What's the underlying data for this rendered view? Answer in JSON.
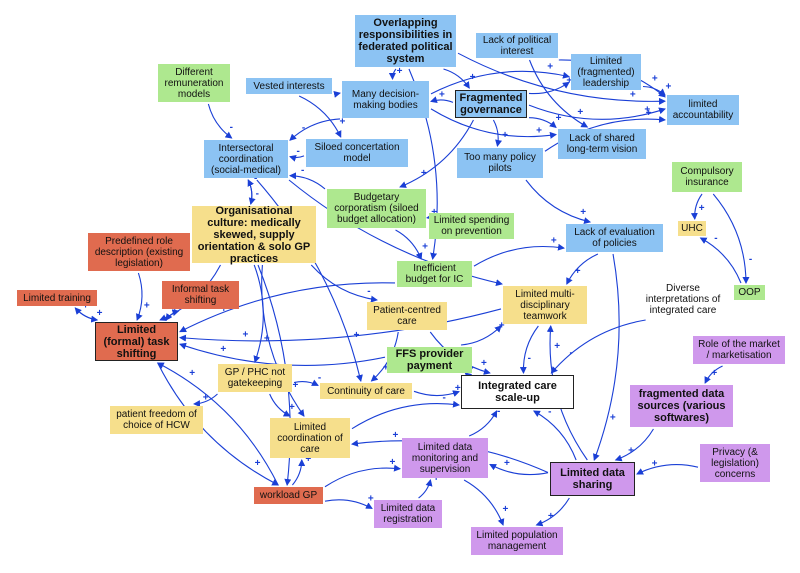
{
  "nodes": {
    "overlapping": "Overlapping responsibilities in federated political system",
    "lack_political_interest": "Lack of political interest",
    "limited_fragmented_leadership": "Limited (fragmented) leadership",
    "different_remuneration": "Different remuneration models",
    "vested_interests": "Vested interests",
    "many_bodies": "Many decision-making bodies",
    "fragmented_governance": "Fragmented governance",
    "limited_accountability": "limited accountability",
    "lack_shared_vision": "Lack of shared long-term vision",
    "intersectoral": "Intersectoral coordination (social-medical)",
    "siloed_concertation": "Siloed concertation model",
    "too_many_pilots": "Too many policy pilots",
    "compulsory_insurance": "Compulsory insurance",
    "budgetary_corporatism": "Budgetary corporatism (siloed budget allocation)",
    "organisational_culture": "Organisational culture: medically skewed, supply orientation & solo GP practices",
    "limited_spending_prevention": "Limited spending on prevention",
    "lack_evaluation": "Lack of evaluation of policies",
    "uhc": "UHC",
    "predefined_role": "Predefined role description (existing legislation)",
    "inefficient_budget": "Inefficient budget for IC",
    "oop": "OOP",
    "diverse_interpretations": "Diverse interpretations of integrated care",
    "limited_training": "Limited training",
    "informal_task_shifting": "Informal task shifting",
    "limited_multidisciplinary": "Limited multi-disciplinary teamwork",
    "patient_centred": "Patient-centred care",
    "limited_formal_task_shifting": "Limited (formal) task shifting",
    "ffs_payment": "FFS provider payment",
    "role_of_market": "Role of the market / marketisation",
    "gp_phc_not_gatekeeping": "GP / PHC not gatekeeping",
    "continuity_of_care": "Continuity of care",
    "integrated_care_scaleup": "Integrated care scale-up",
    "fragmented_data_sources": "fragmented data sources (various softwares)",
    "patient_freedom": "patient freedom of choice of HCW",
    "limited_coordination": "Limited coordination of care",
    "limited_data_monitoring": "Limited data monitoring and supervision",
    "privacy": "Privacy (& legislation) concerns",
    "limited_data_sharing": "Limited data sharing",
    "workload_gp": "workload GP",
    "limited_data_registration": "Limited data registration",
    "limited_population_management": "Limited population management"
  },
  "colors": {
    "governance_blue": "#8cc3f3",
    "context_green": "#aee88f",
    "organisation_yellow": "#f6df8c",
    "workforce_red": "#e06b4f",
    "data_purple": "#cf98ec",
    "arrow_blue": "#1a3fd6"
  },
  "edges": [
    [
      "overlapping",
      "many_bodies",
      "+"
    ],
    [
      "overlapping",
      "fragmented_governance",
      "+"
    ],
    [
      "overlapping",
      "limited_accountability",
      "+"
    ],
    [
      "overlapping",
      "inefficient_budget",
      "+"
    ],
    [
      "lack_political_interest",
      "lack_shared_vision",
      "+"
    ],
    [
      "lack_political_interest",
      "limited_accountability",
      "+"
    ],
    [
      "fragmented_governance",
      "limited_fragmented_leadership",
      "+"
    ],
    [
      "fragmented_governance",
      "lack_shared_vision",
      "+"
    ],
    [
      "fragmented_governance",
      "limited_accountability",
      "+"
    ],
    [
      "fragmented_governance",
      "too_many_pilots",
      "+"
    ],
    [
      "fragmented_governance",
      "many_bodies",
      "+"
    ],
    [
      "fragmented_governance",
      "budgetary_corporatism",
      "+"
    ],
    [
      "many_bodies",
      "lack_shared_vision",
      "+"
    ],
    [
      "many_bodies",
      "limited_fragmented_leadership",
      "+"
    ],
    [
      "many_bodies",
      "intersectoral",
      "-"
    ],
    [
      "limited_fragmented_leadership",
      "limited_accountability",
      "+"
    ],
    [
      "vested_interests",
      "many_bodies",
      "+"
    ],
    [
      "vested_interests",
      "siloed_concertation",
      "+"
    ],
    [
      "different_remuneration",
      "intersectoral",
      "-"
    ],
    [
      "siloed_concertation",
      "intersectoral",
      "-"
    ],
    [
      "too_many_pilots",
      "lack_evaluation",
      "+"
    ],
    [
      "too_many_pilots",
      "limited_accountability",
      "+"
    ],
    [
      "budgetary_corporatism",
      "limited_spending_prevention",
      "+"
    ],
    [
      "budgetary_corporatism",
      "inefficient_budget",
      "+"
    ],
    [
      "budgetary_corporatism",
      "intersectoral",
      "-"
    ],
    [
      "intersectoral",
      "organisational_culture",
      "-"
    ],
    [
      "organisational_culture",
      "intersectoral",
      "-"
    ],
    [
      "intersectoral",
      "continuity_of_care",
      "+"
    ],
    [
      "intersectoral",
      "limited_multidisciplinary",
      "-"
    ],
    [
      "organisational_culture",
      "gp_phc_not_gatekeeping",
      "+"
    ],
    [
      "organisational_culture",
      "limited_coordination",
      "+"
    ],
    [
      "organisational_culture",
      "limited_formal_task_shifting",
      "+"
    ],
    [
      "organisational_culture",
      "patient_centred",
      "-"
    ],
    [
      "organisational_culture",
      "workload_gp",
      "+"
    ],
    [
      "inefficient_budget",
      "limited_formal_task_shifting",
      "+"
    ],
    [
      "inefficient_budget",
      "lack_evaluation",
      "+"
    ],
    [
      "lack_evaluation",
      "limited_multidisciplinary",
      "+"
    ],
    [
      "lack_evaluation",
      "limited_data_sharing",
      "+"
    ],
    [
      "compulsory_insurance",
      "uhc",
      "+"
    ],
    [
      "compulsory_insurance",
      "oop",
      "-"
    ],
    [
      "oop",
      "uhc",
      "-"
    ],
    [
      "predefined_role",
      "limited_formal_task_shifting",
      "+"
    ],
    [
      "limited_training",
      "limited_formal_task_shifting",
      "+"
    ],
    [
      "limited_formal_task_shifting",
      "limited_training",
      "+"
    ],
    [
      "informal_task_shifting",
      "limited_formal_task_shifting",
      "+"
    ],
    [
      "limited_formal_task_shifting",
      "informal_task_shifting",
      "+"
    ],
    [
      "limited_formal_task_shifting",
      "workload_gp",
      "+"
    ],
    [
      "ffs_payment",
      "limited_formal_task_shifting",
      "+"
    ],
    [
      "ffs_payment",
      "limited_multidisciplinary",
      "+"
    ],
    [
      "ffs_payment",
      "integrated_care_scaleup",
      "-"
    ],
    [
      "limited_multidisciplinary",
      "integrated_care_scaleup",
      "-"
    ],
    [
      "limited_multidisciplinary",
      "limited_formal_task_shifting",
      "+"
    ],
    [
      "patient_centred",
      "integrated_care_scaleup",
      "+"
    ],
    [
      "patient_centred",
      "continuity_of_care",
      "+"
    ],
    [
      "continuity_of_care",
      "integrated_care_scaleup",
      "+"
    ],
    [
      "gp_phc_not_gatekeeping",
      "continuity_of_care",
      "-"
    ],
    [
      "gp_phc_not_gatekeeping",
      "limited_coordination",
      "+"
    ],
    [
      "gp_phc_not_gatekeeping",
      "patient_freedom",
      "+"
    ],
    [
      "diverse_interpretations",
      "integrated_care_scaleup",
      "-"
    ],
    [
      "limited_coordination",
      "integrated_care_scaleup",
      "-"
    ],
    [
      "limited_data_monitoring",
      "integrated_care_scaleup",
      "-"
    ],
    [
      "limited_data_monitoring",
      "limited_population_management",
      "+"
    ],
    [
      "limited_data_registration",
      "limited_data_monitoring",
      "+"
    ],
    [
      "limited_data_sharing",
      "limited_data_monitoring",
      "+"
    ],
    [
      "limited_data_sharing",
      "limited_coordination",
      "+"
    ],
    [
      "limited_data_sharing",
      "limited_population_management",
      "+"
    ],
    [
      "limited_data_sharing",
      "integrated_care_scaleup",
      "-"
    ],
    [
      "limited_data_sharing",
      "limited_multidisciplinary",
      "+"
    ],
    [
      "role_of_market",
      "fragmented_data_sources",
      "+"
    ],
    [
      "fragmented_data_sources",
      "limited_data_sharing",
      "+"
    ],
    [
      "privacy",
      "limited_data_sharing",
      "+"
    ],
    [
      "workload_gp",
      "limited_data_registration",
      "+"
    ],
    [
      "workload_gp",
      "limited_coordination",
      "+"
    ],
    [
      "workload_gp",
      "limited_data_monitoring",
      "+"
    ],
    [
      "workload_gp",
      "limited_formal_task_shifting",
      "+"
    ]
  ]
}
